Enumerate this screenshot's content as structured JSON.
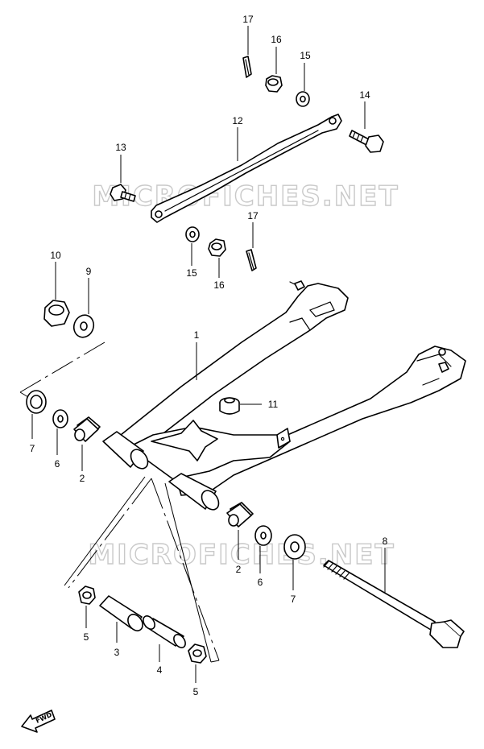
{
  "watermark": "MICROFICHES.NET",
  "fwd_label": "FWD",
  "callouts": {
    "c1": "1",
    "c2a": "2",
    "c2b": "2",
    "c3": "3",
    "c4": "4",
    "c5a": "5",
    "c5b": "5",
    "c6a": "6",
    "c6b": "6",
    "c7a": "7",
    "c7b": "7",
    "c8": "8",
    "c9": "9",
    "c10": "10",
    "c11": "11",
    "c12": "12",
    "c13": "13",
    "c14": "14",
    "c15a": "15",
    "c15b": "15",
    "c16a": "16",
    "c16b": "16",
    "c17a": "17",
    "c17b": "17"
  }
}
